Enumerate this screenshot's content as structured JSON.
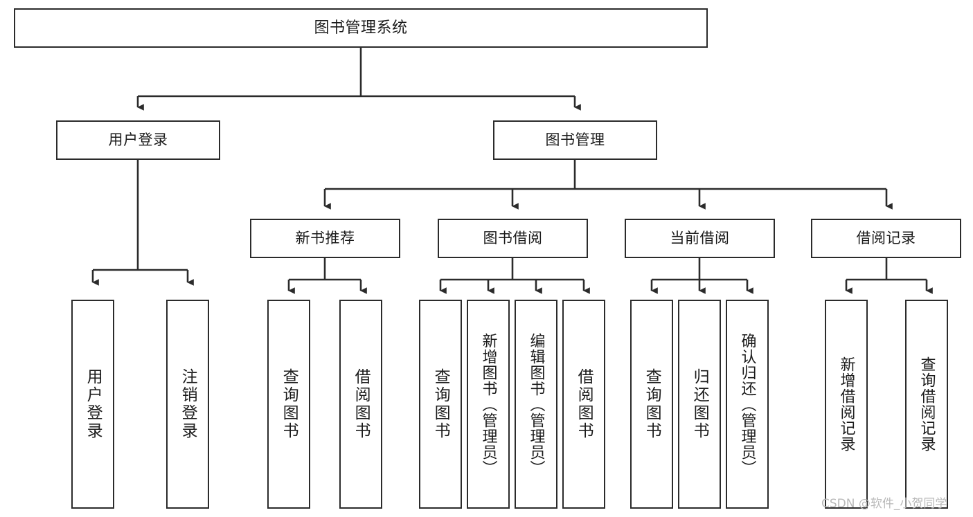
{
  "diagram": {
    "title": "图书管理系统",
    "type": "tree",
    "watermark": "CSDN @软件_小贺同学",
    "colors": {
      "box_border": "#2b2b2b",
      "box_fill": "#ffffff",
      "connector": "#2b2b2b",
      "background": "#ffffff",
      "watermark": "#b9b9b9"
    },
    "nodes": {
      "root": {
        "id": "root",
        "label": "图书管理系统",
        "level": 1,
        "orientation": "horizontal"
      },
      "user_login": {
        "id": "user_login",
        "label": "用户登录",
        "level": 2,
        "orientation": "horizontal"
      },
      "book_manage": {
        "id": "book_manage",
        "label": "图书管理",
        "level": 2,
        "orientation": "horizontal"
      },
      "new_book_rec": {
        "id": "new_book_rec",
        "label": "新书推荐",
        "level": 3,
        "orientation": "horizontal"
      },
      "book_borrow": {
        "id": "book_borrow",
        "label": "图书借阅",
        "level": 3,
        "orientation": "horizontal"
      },
      "current_borrow": {
        "id": "current_borrow",
        "label": "当前借阅",
        "level": 3,
        "orientation": "horizontal"
      },
      "borrow_record": {
        "id": "borrow_record",
        "label": "借阅记录",
        "level": 3,
        "orientation": "horizontal"
      },
      "leaf_user_login": {
        "id": "leaf_user_login",
        "label": "用户登录",
        "level": 3,
        "orientation": "vertical"
      },
      "leaf_logout": {
        "id": "leaf_logout",
        "label": "注销登录",
        "level": 3,
        "orientation": "vertical"
      },
      "leaf_query_book_1": {
        "id": "leaf_query_book_1",
        "label": "查询图书",
        "level": 4,
        "orientation": "vertical"
      },
      "leaf_borrow_book_1": {
        "id": "leaf_borrow_book_1",
        "label": "借阅图书",
        "level": 4,
        "orientation": "vertical"
      },
      "leaf_query_book_2": {
        "id": "leaf_query_book_2",
        "label": "查询图书",
        "level": 4,
        "orientation": "vertical"
      },
      "leaf_add_book": {
        "id": "leaf_add_book",
        "label": "新增图书（管理员）",
        "level": 4,
        "orientation": "vertical"
      },
      "leaf_edit_book": {
        "id": "leaf_edit_book",
        "label": "编辑图书（管理员）",
        "level": 4,
        "orientation": "vertical"
      },
      "leaf_borrow_book_2": {
        "id": "leaf_borrow_book_2",
        "label": "借阅图书",
        "level": 4,
        "orientation": "vertical"
      },
      "leaf_query_book_3": {
        "id": "leaf_query_book_3",
        "label": "查询图书",
        "level": 4,
        "orientation": "vertical"
      },
      "leaf_return_book": {
        "id": "leaf_return_book",
        "label": "归还图书",
        "level": 4,
        "orientation": "vertical"
      },
      "leaf_confirm_return": {
        "id": "leaf_confirm_return",
        "label": "确认归还（管理员）",
        "level": 4,
        "orientation": "vertical"
      },
      "leaf_add_record": {
        "id": "leaf_add_record",
        "label": "新增借阅记录",
        "level": 4,
        "orientation": "vertical"
      },
      "leaf_query_record": {
        "id": "leaf_query_record",
        "label": "查询借阅记录",
        "level": 4,
        "orientation": "vertical"
      }
    },
    "edges": [
      {
        "from": "root",
        "to": "user_login"
      },
      {
        "from": "root",
        "to": "book_manage"
      },
      {
        "from": "user_login",
        "to": "leaf_user_login"
      },
      {
        "from": "user_login",
        "to": "leaf_logout"
      },
      {
        "from": "book_manage",
        "to": "new_book_rec"
      },
      {
        "from": "book_manage",
        "to": "book_borrow"
      },
      {
        "from": "book_manage",
        "to": "current_borrow"
      },
      {
        "from": "book_manage",
        "to": "borrow_record"
      },
      {
        "from": "new_book_rec",
        "to": "leaf_query_book_1"
      },
      {
        "from": "new_book_rec",
        "to": "leaf_borrow_book_1"
      },
      {
        "from": "book_borrow",
        "to": "leaf_query_book_2"
      },
      {
        "from": "book_borrow",
        "to": "leaf_add_book"
      },
      {
        "from": "book_borrow",
        "to": "leaf_edit_book"
      },
      {
        "from": "book_borrow",
        "to": "leaf_borrow_book_2"
      },
      {
        "from": "current_borrow",
        "to": "leaf_query_book_3"
      },
      {
        "from": "current_borrow",
        "to": "leaf_return_book"
      },
      {
        "from": "current_borrow",
        "to": "leaf_confirm_return"
      },
      {
        "from": "borrow_record",
        "to": "leaf_add_record"
      },
      {
        "from": "borrow_record",
        "to": "leaf_query_record"
      }
    ]
  }
}
